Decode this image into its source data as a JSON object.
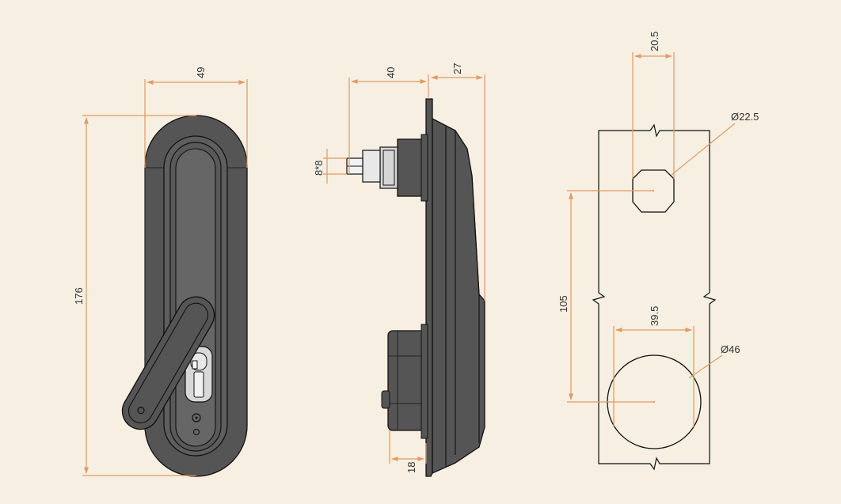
{
  "dimensions": {
    "front_width": "49",
    "front_height": "176",
    "side_depth_shaft": "40",
    "side_depth_body": "27",
    "side_square": "8*8",
    "side_handle_offset": "18",
    "cutout_small_width": "20.5",
    "cutout_small_diameter": "Ø22.5",
    "cutout_spacing": "105",
    "cutout_large_width": "39.5",
    "cutout_large_diameter": "Ø46"
  },
  "colors": {
    "background": "#f6efe2",
    "body_dark": "#555555",
    "dimension_line": "#e19a62",
    "outline": "#111111"
  }
}
